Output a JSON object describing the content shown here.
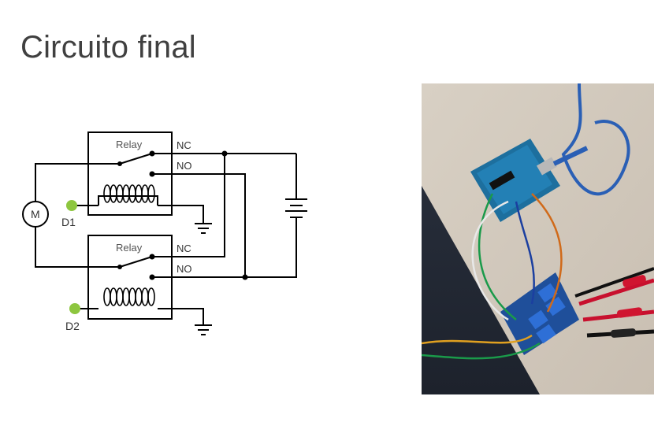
{
  "slide": {
    "title": "Circuito final"
  },
  "diagram": {
    "relay_top_label": "Relay",
    "relay_bottom_label": "Relay",
    "nc_top": "NC",
    "no_top": "NO",
    "nc_bottom": "NC",
    "no_bottom": "NO",
    "motor_label": "M",
    "d1_label": "D1",
    "d2_label": "D2",
    "colors": {
      "wire": "#000000",
      "pin": "#8dc63f"
    }
  },
  "photo": {
    "description_icon": "breadboard-photo"
  }
}
